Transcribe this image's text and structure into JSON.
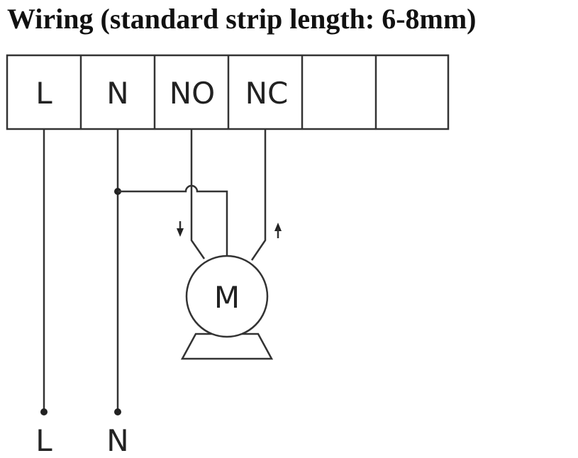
{
  "title": "Wiring (standard strip length: 6-8mm)",
  "terminals": [
    "L",
    "N",
    "NO",
    "NC",
    "",
    ""
  ],
  "motor_label": "M",
  "supply_labels": [
    "L",
    "N"
  ],
  "colors": {
    "line": "#333333",
    "text": "#222222",
    "title": "#111111"
  }
}
